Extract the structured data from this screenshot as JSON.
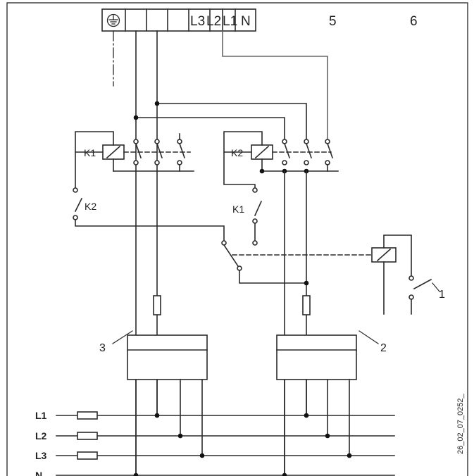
{
  "terminal_strip": {
    "cells": [
      "L3",
      "L2",
      "L1",
      "N"
    ],
    "extra_numbers": [
      "5",
      "6"
    ],
    "earth_symbol": "protective-earth-icon"
  },
  "contactors": {
    "k1_coil_label": "K1",
    "k2_coil_label": "K2",
    "k2_interlock_label": "K2",
    "k1_interlock_label": "K1"
  },
  "callouts": {
    "switch_number": "1",
    "unit_right_number": "2",
    "unit_left_number": "3"
  },
  "supply_lines": [
    "L1",
    "L2",
    "L3",
    "N"
  ],
  "figure_id": "26_02_07_0252_",
  "colors": {
    "line": "#2a2a2a",
    "line_light": "#666666",
    "frame": "#333333"
  }
}
